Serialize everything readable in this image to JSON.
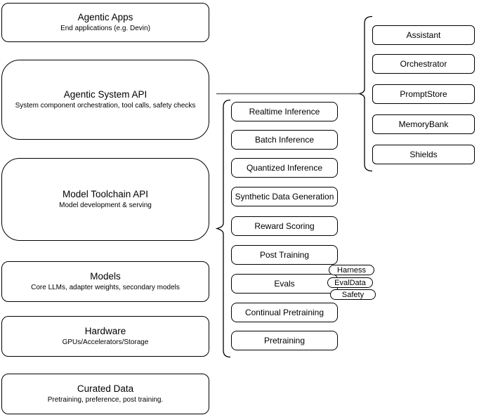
{
  "diagram": {
    "layers": [
      {
        "title": "Agentic Apps",
        "subtitle": "End applications (e.g. Devin)"
      },
      {
        "title": "Agentic System API",
        "subtitle": "System component orchestration, tool calls, safety checks"
      },
      {
        "title": "Model Toolchain API",
        "subtitle": "Model development & serving"
      },
      {
        "title": "Models",
        "subtitle": "Core LLMs, adapter weights, secondary models"
      },
      {
        "title": "Hardware",
        "subtitle": "GPUs/Accelerators/Storage"
      },
      {
        "title": "Curated Data",
        "subtitle": "Pretraining, preference, post training."
      }
    ],
    "toolchain_items": [
      "Realtime Inference",
      "Batch Inference",
      "Quantized Inference",
      "Synthetic Data Generation",
      "Reward Scoring",
      "Post Training",
      "Evals",
      "Continual Pretraining",
      "Pretraining"
    ],
    "evals_tags": [
      "Harness",
      "EvalData",
      "Safety"
    ],
    "agentic_components": [
      "Assistant",
      "Orchestrator",
      "PromptStore",
      "MemoryBank",
      "Shields"
    ],
    "colors": {
      "box_border": "#000000",
      "box_fill": "#ffffff",
      "brace_stroke": "#000000",
      "connector_line": "#666666"
    }
  }
}
